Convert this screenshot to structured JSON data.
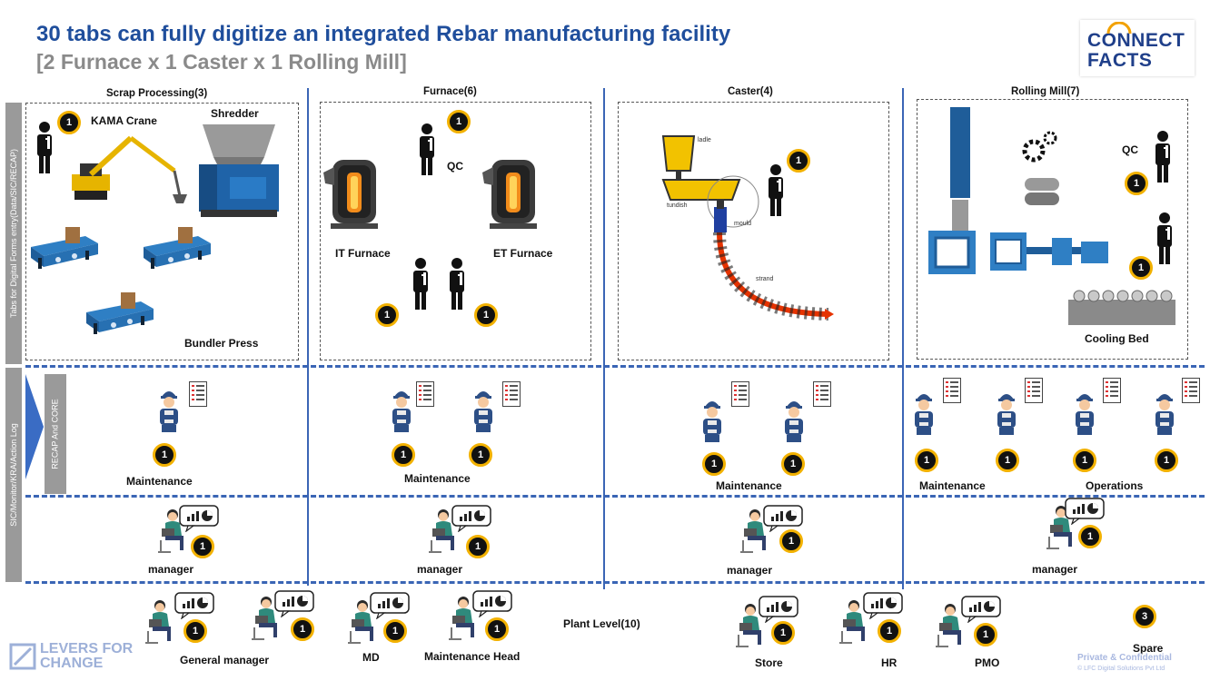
{
  "header": {
    "title": "30 tabs can fully digitize an integrated Rebar manufacturing facility",
    "subtitle": "[2 Furnace x 1 Caster x 1 Rolling Mill]"
  },
  "logo": {
    "line1": "CONNECT",
    "line2": "FACTS"
  },
  "side_labels": {
    "top": "Tabs for Digital Forms entry(Data/SIC/RECAP)",
    "bottom": "SIC/Monitor/KRA/Action Log",
    "recap": "RECAP And CORE"
  },
  "sections": {
    "scrap": "Scrap  Processing(3)",
    "furnace": "Furnace(6)",
    "caster": "Caster(4)",
    "rolling": "Rolling  Mill(7)"
  },
  "equipment": {
    "kama_crane": "KAMA Crane",
    "shredder": "Shredder",
    "bundler_press": "Bundler Press",
    "qc_furnace": "QC",
    "it_furnace": "IT Furnace",
    "et_furnace": "ET Furnace",
    "ladle": "ladle",
    "tundish": "tundish",
    "mould": "mould",
    "strand": "strand",
    "qc_rolling": "QC",
    "cooling_bed": "Cooling Bed"
  },
  "roles": {
    "maintenance": "Maintenance",
    "operations": "Operations",
    "manager": "manager",
    "general_manager": "General manager",
    "md": "MD",
    "maintenance_head": "Maintenance Head",
    "plant_level": "Plant Level(10)",
    "store": "Store",
    "hr": "HR",
    "pmo": "PMO",
    "spare": "Spare"
  },
  "badges": {
    "one": "1",
    "three": "3"
  },
  "footer": {
    "levers_line1": "LEVERS FOR",
    "levers_line2": "CHANGE",
    "confidential": "Private & Confidential",
    "company": "© LFC Digital Solutions Pvt Ltd"
  },
  "colors": {
    "title": "#1f4e9c",
    "subtitle": "#8a8a8a",
    "divider": "#3a65b5",
    "badge_ring": "#f2b100",
    "badge_fill": "#111111",
    "machine_blue": "#2f7fc4",
    "worker_blue": "#2d4f86"
  },
  "icons": {
    "person": "person-icon",
    "worker": "worker-icon",
    "manager": "manager-desk-icon",
    "chart": "chart-bubble-icon",
    "checklist": "checklist-icon"
  }
}
